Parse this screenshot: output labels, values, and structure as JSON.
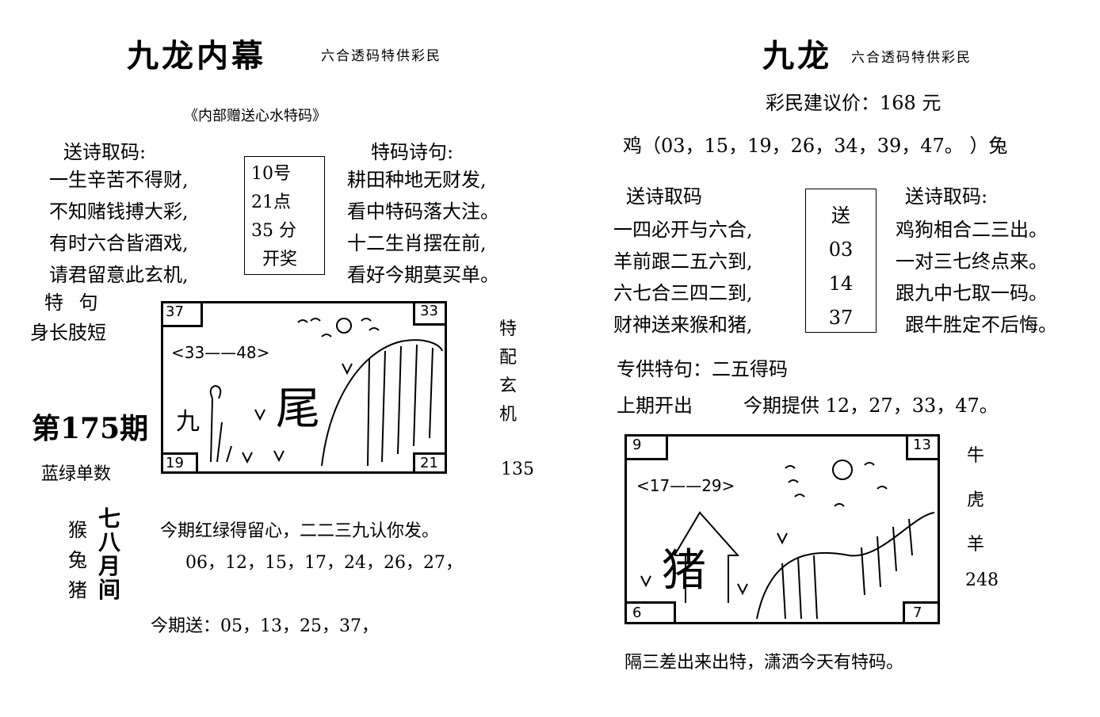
{
  "left": {
    "title": "九龙内幕",
    "subtitle": "六合透码特供彩民",
    "internal_note": "《内部赠送心水特码》",
    "poem_left_header": "送诗取码:",
    "poem_left": [
      "一生辛苦不得财,",
      "不知赌钱搏大彩,",
      "有时六合皆酒戏,",
      "请君留意此玄机,"
    ],
    "draw_info": [
      "10号",
      "21点",
      "35 分",
      "开奖"
    ],
    "poem_right_header": "特码诗句:",
    "poem_right": [
      "耕田种地无财发,",
      "看中特码落大注。",
      "十二生肖摆在前,",
      "看好今期莫买单。"
    ],
    "special_label": "特 句",
    "special_phrase": "身长肢短",
    "side_label": [
      "特",
      "配",
      "玄",
      "机"
    ],
    "side_number": "135",
    "issue": "第175期",
    "color_hint": "蓝绿单数",
    "sketch": {
      "corner_tl": "37",
      "corner_tr": "33",
      "corner_bl": "19",
      "corner_br": "21",
      "range": "<33——48>",
      "char_a": "九",
      "char_b": "尾"
    },
    "zodiac": [
      "猴",
      "兔",
      "猪"
    ],
    "month": [
      "七",
      "八",
      "月",
      "间"
    ],
    "line1": "今期红绿得留心，二二三九认你发。",
    "line2": "06，12，15，17，24，26，27，",
    "line3": "今期送：05，13，25，37，"
  },
  "right": {
    "title": "九龙",
    "subtitle": "六合透码特供彩民",
    "price": "彩民建议价：168 元",
    "numbers_line": "鸡（03，15，19，26，34，39，47。 ）兔",
    "poem_left_header": "送诗取码",
    "poem_left": [
      "一四必开与六合,",
      "羊前跟二五六到,",
      "六七合三四二到,",
      "财神送来猴和猪,"
    ],
    "box_numbers": [
      "送",
      "03",
      "14",
      "37"
    ],
    "poem_right_header": "送诗取码:",
    "poem_right": [
      "鸡狗相合二三出。",
      "一对三七终点来。",
      "跟九中七取一码。",
      "跟牛胜定不后悔。"
    ],
    "special": "专供特句：二五得码",
    "last_period": "上期开出",
    "this_period": "今期提供 12，27，33，47。",
    "sketch": {
      "corner_tl": "9",
      "corner_tr": "13",
      "corner_bl": "6",
      "corner_br": "7",
      "range": "<17——29>",
      "char_a": "猪"
    },
    "side_label": [
      "牛",
      "虎",
      "羊"
    ],
    "side_number": "248",
    "footer": "隔三差出来出特，潇洒今天有特码。"
  }
}
